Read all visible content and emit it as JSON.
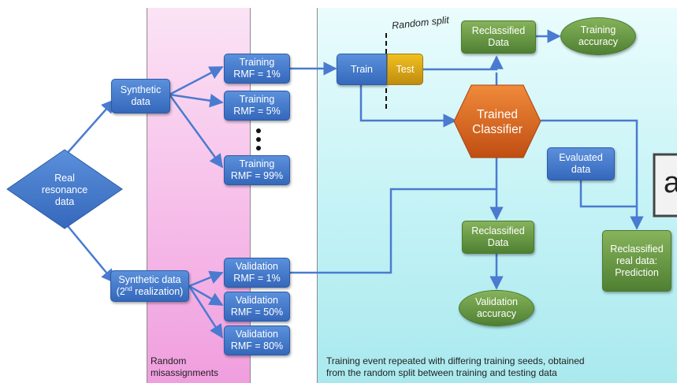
{
  "nodes": {
    "real": [
      "Real",
      "resonance",
      "data"
    ],
    "synthetic": [
      "Synthetic",
      "data"
    ],
    "synthetic2": {
      "line1": "Synthetic data",
      "line2_open": "(2",
      "line2_sup": "nd",
      "line2_close": " realization)"
    },
    "train1": [
      "Training",
      "RMF = 1%"
    ],
    "train5": [
      "Training",
      "RMF = 5%"
    ],
    "train99": [
      "Training",
      "RMF = 99%"
    ],
    "val1": [
      "Validation",
      "RMF = 1%"
    ],
    "val50": [
      "Validation",
      "RMF = 50%"
    ],
    "val80": [
      "Validation",
      "RMF = 80%"
    ],
    "train": "Train",
    "test": "Test",
    "reclassified_top": [
      "Reclassified",
      "Data"
    ],
    "training_accuracy": [
      "Training",
      "accuracy"
    ],
    "trained_classifier": [
      "Trained",
      "Classifier"
    ],
    "evaluated": [
      "Evaluated",
      "data"
    ],
    "reclassified_mid": [
      "Reclassified",
      "Data"
    ],
    "validation_accuracy": [
      "Validation",
      "accuracy"
    ],
    "reclassified_real": [
      "Reclassified",
      "real data:",
      "Prediction"
    ]
  },
  "labels": {
    "random_split": "Random split",
    "random_misassignments": [
      "Random",
      "misassignments"
    ],
    "training_event": [
      "Training event repeated with differing training seeds, obtained",
      "from the random split between training and testing data"
    ],
    "cutoff_fragment": "a"
  },
  "colors": {
    "arrow": "#4a7bd0",
    "blue_node": "#3f74c6",
    "green_node": "#5f8f3e",
    "orange_hex": "#d35f1c",
    "test_gold": "#dba718"
  }
}
